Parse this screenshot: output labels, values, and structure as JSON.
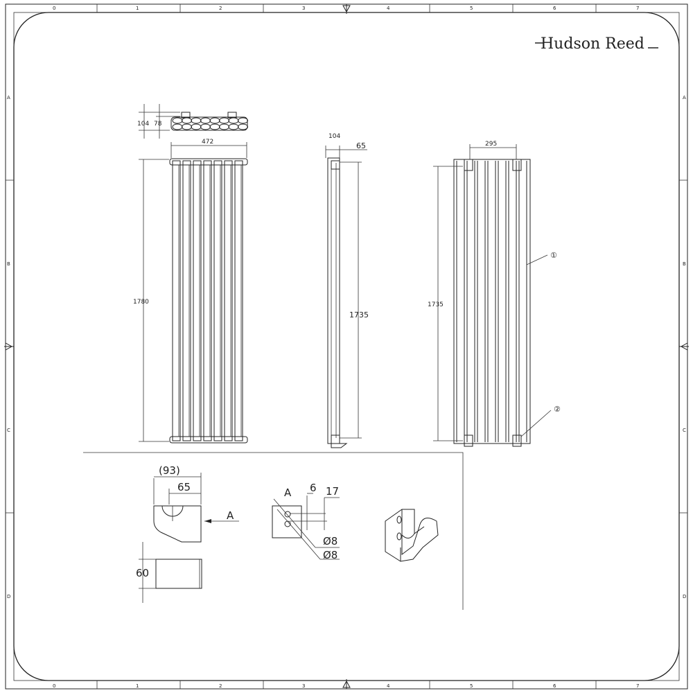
{
  "brand": "Hudson Reed",
  "frame": {
    "columns": [
      "0",
      "1",
      "2",
      "3",
      "4",
      "5",
      "6",
      "7"
    ],
    "rows": [
      "A",
      "B",
      "C",
      "D"
    ]
  },
  "top_view": {
    "depth": "104",
    "pipe_depth": "78",
    "width": "472"
  },
  "front_view": {
    "height": "1780"
  },
  "side_view": {
    "depth": "104",
    "offset": "65",
    "height": "1735"
  },
  "rear_view": {
    "bracket_spacing": "295",
    "height": "1735",
    "callout_1": "①",
    "callout_2": "②"
  },
  "bracket_detail": {
    "overall": "(93)",
    "depth": "65",
    "view_label": "A",
    "height": "60"
  },
  "view_a": {
    "label": "A",
    "dim_6": "6",
    "dim_17": "17",
    "hole_1": "Ø8",
    "hole_2": "Ø8"
  }
}
